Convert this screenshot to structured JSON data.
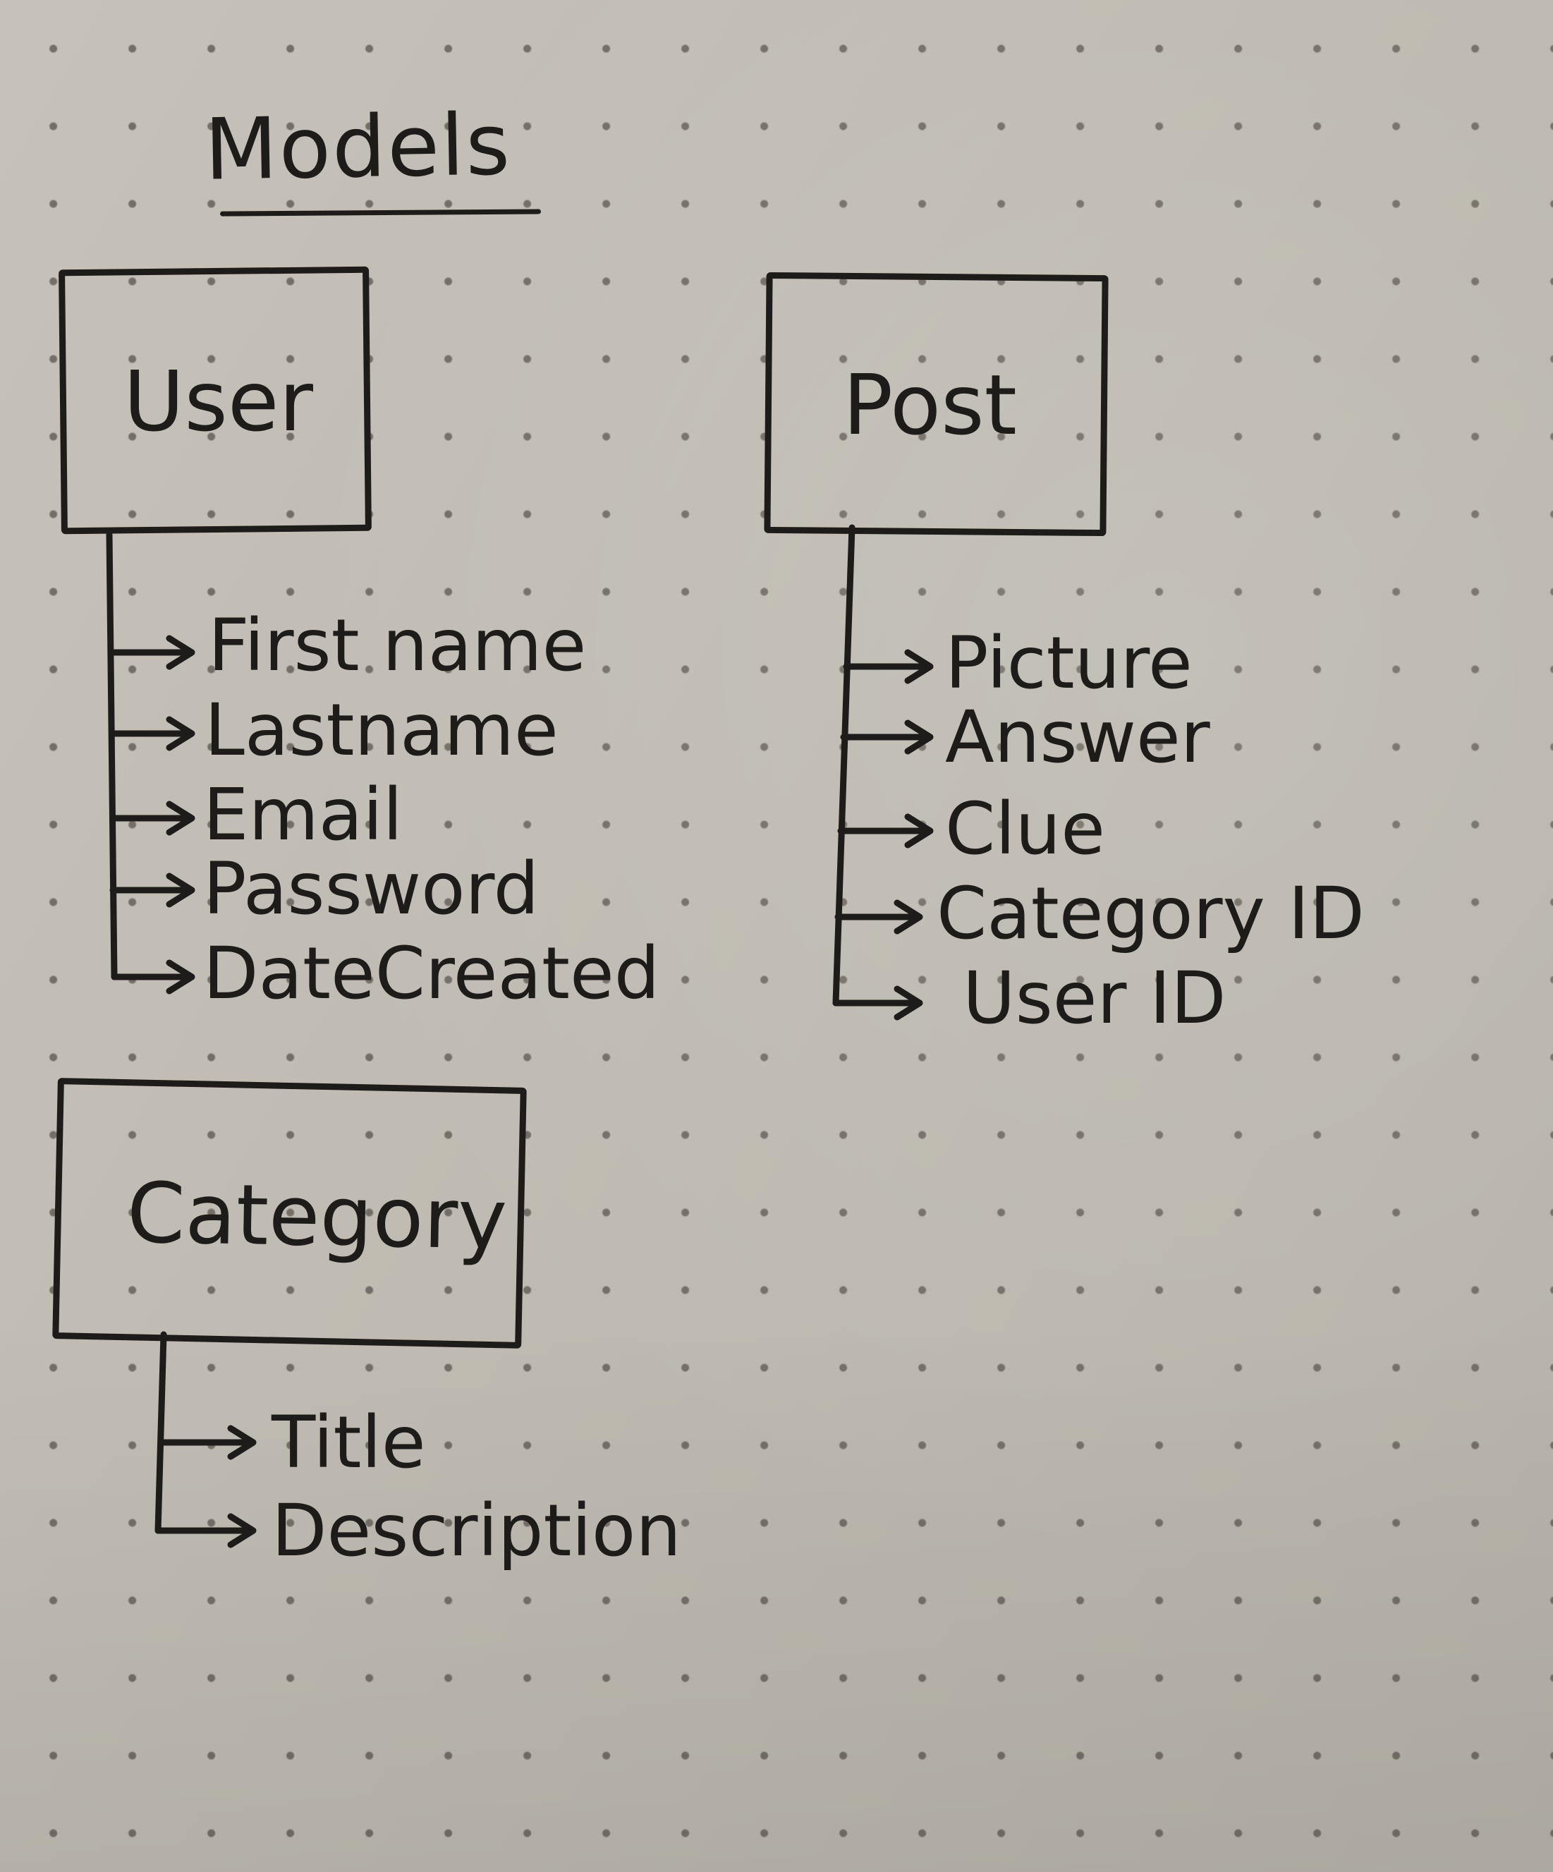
{
  "page": {
    "title": "Models"
  },
  "models": {
    "user": {
      "name": "User",
      "fields": [
        "First name",
        "Lastname",
        "Email",
        "Password",
        "DateCreated"
      ]
    },
    "post": {
      "name": "Post",
      "fields": [
        "Picture",
        "Answer",
        "Clue",
        "Category ID",
        "User ID"
      ]
    },
    "category": {
      "name": "Category",
      "fields": [
        "Title",
        "Description"
      ]
    }
  }
}
